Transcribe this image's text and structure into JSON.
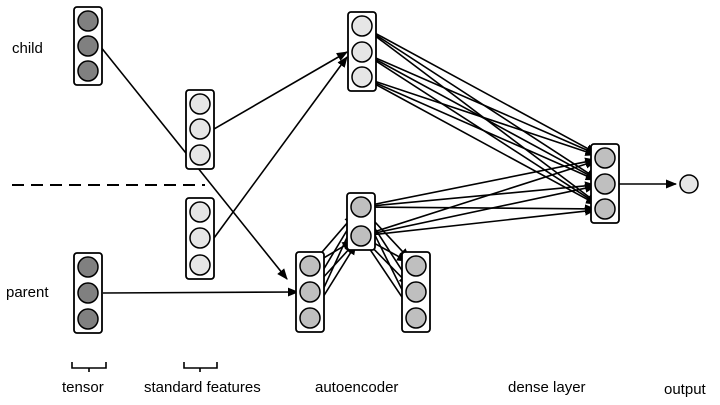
{
  "labels": {
    "child": "child",
    "parent": "parent",
    "tensor": "tensor",
    "standard_features": "standard features",
    "autoencoder": "autoencoder",
    "dense_layer": "dense layer",
    "output": "output"
  },
  "colors": {
    "node_dark": "#808080",
    "node_mid": "#bfbfbf",
    "node_light": "#e6e6e6",
    "stroke": "#000000",
    "background": "#ffffff"
  }
}
